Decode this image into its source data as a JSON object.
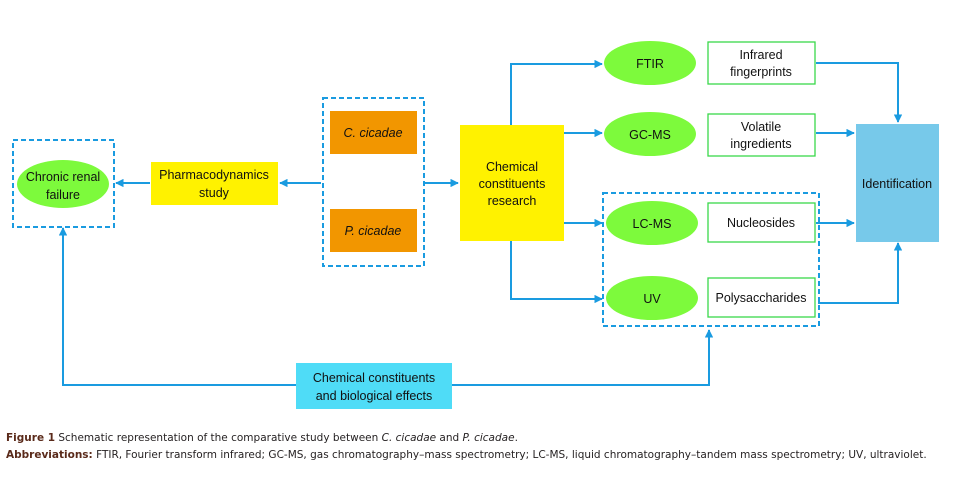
{
  "nodes": {
    "chronic": {
      "line1": "Chronic renal",
      "line2": "failure"
    },
    "pharma": {
      "line1": "Pharmacodynamics",
      "line2": "study"
    },
    "c_cicadae": "C. cicadae",
    "p_cicadae": "P. cicadae",
    "chemical": {
      "line1": "Chemical",
      "line2": "constituents",
      "line3": "research"
    },
    "ftir": "FTIR",
    "gcms": "GC-MS",
    "lcms": "LC-MS",
    "uv": "UV",
    "infrared": {
      "line1": "Infrared",
      "line2": "fingerprints"
    },
    "volatile": {
      "line1": "Volatile",
      "line2": "ingredients"
    },
    "nucleosides": "Nucleosides",
    "polysaccharides": "Polysaccharides",
    "identification": "Identification",
    "bio": {
      "line1": "Chemical constituents",
      "line2": "and biological effects"
    }
  },
  "colors": {
    "arrow": "#1a9be0",
    "ellipse": "#7dfa3c",
    "yellow": "#fff200",
    "orange": "#f29600",
    "green_border": "#3ad84a",
    "identification": "#77c9ea",
    "bio": "#4fdcf7"
  },
  "caption": {
    "figure_label": "Figure 1",
    "figure_text_1": " Schematic representation of the comparative study between ",
    "species_1": "C. cicadae",
    "figure_text_2": " and ",
    "species_2": "P. cicadae",
    "figure_text_3": ".",
    "abbrev_label": "Abbreviations:",
    "abbrev_text": " FTIR, Fourier transform infrared; GC-MS, gas chromatography–mass spectrometry; LC-MS, liquid chromatography–tandem mass spectrometry; UV, ultraviolet."
  }
}
